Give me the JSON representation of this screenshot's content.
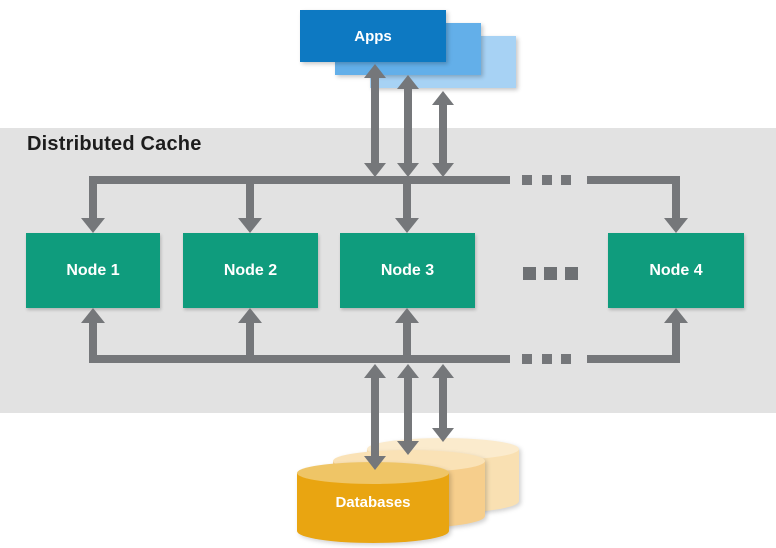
{
  "diagram": {
    "title": "Distributed Cache",
    "apps": {
      "label": "Apps"
    },
    "nodes": [
      {
        "label": "Node 1"
      },
      {
        "label": "Node 2"
      },
      {
        "label": "Node 3"
      },
      {
        "label": "Node 4"
      }
    ],
    "databases": {
      "label": "Databases"
    },
    "icons": {
      "node_ellipsis": "ellipsis-dots",
      "top_bus_ellipsis": "ellipsis-dots",
      "bottom_bus_ellipsis": "ellipsis-dots"
    }
  },
  "colors": {
    "app_front": "#0d79c2",
    "app_middle": "#63afe9",
    "app_back": "#a7d2f4",
    "node_green": "#0f9c7d",
    "band_gray": "#e2e2e2",
    "arrow_gray": "#75777a",
    "db_front": "#e9a511",
    "db_front_top": "#efc566",
    "db_middle": "#f6ce8c",
    "db_middle_top": "#fae2b6",
    "db_back": "#f9e0b2",
    "db_back_top": "#fbebcd",
    "title_text": "#1d1d1d",
    "label_text": "#ffffff"
  }
}
